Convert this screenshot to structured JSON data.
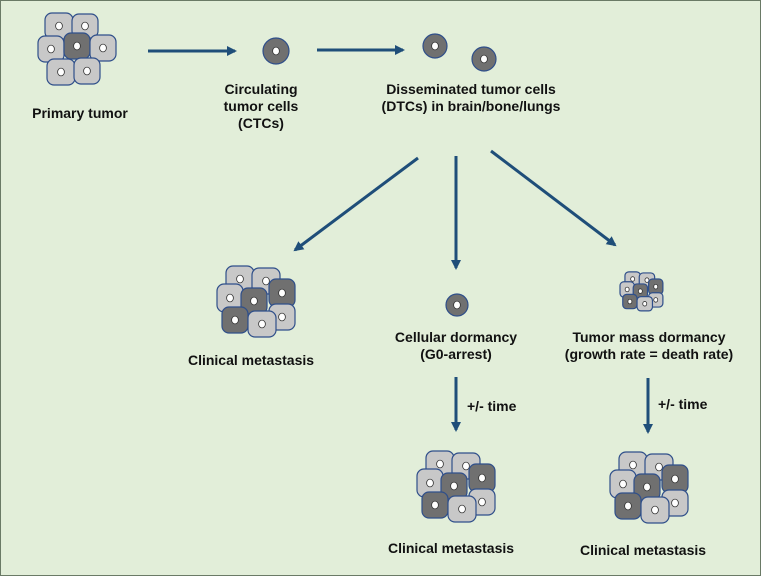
{
  "labels": {
    "primary_tumor": "Primary tumor",
    "ctc": [
      "Circulating",
      "tumor cells",
      "(CTCs)"
    ],
    "dtc": [
      "Disseminated tumor cells",
      "(DTCs) in brain/bone/lungs"
    ],
    "clinical_metastasis_left": "Clinical metastasis",
    "cellular_dormancy": [
      "Cellular dormancy",
      "(G0-arrest)"
    ],
    "tumor_mass_dormancy": [
      "Tumor mass dormancy",
      "(growth rate = death rate)"
    ],
    "time_center": "+/- time",
    "time_right": "+/- time",
    "clinical_metastasis_center": "Clinical metastasis",
    "clinical_metastasis_right": "Clinical metastasis"
  },
  "colors": {
    "background": "#e2eed9",
    "arrow": "#1f4e79",
    "light_cell": "#c8c8c8",
    "dark_cell": "#707070",
    "cell_outline": "#2f4f8a",
    "nucleus": "#ffffff"
  }
}
